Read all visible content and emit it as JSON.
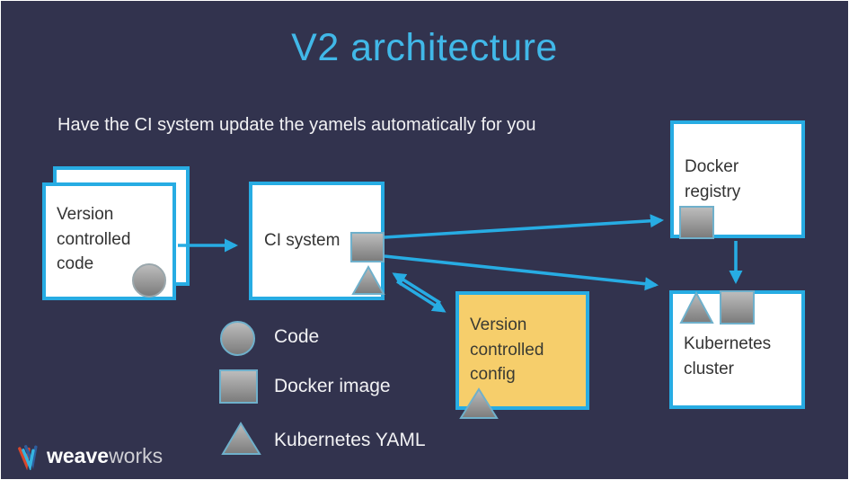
{
  "slide": {
    "title": "V2 architecture",
    "subtitle": "Have the CI system update the yamels automatically for you"
  },
  "nodes": {
    "version_code": {
      "label": "Version controlled code"
    },
    "ci_system": {
      "label": "CI system"
    },
    "docker_registry": {
      "label": "Docker registry"
    },
    "version_config": {
      "label": "Version controlled config"
    },
    "kubernetes_cluster": {
      "label": "Kubernetes cluster"
    }
  },
  "legend": {
    "items": [
      {
        "shape": "circle",
        "label": "Code"
      },
      {
        "shape": "square",
        "label": "Docker image"
      },
      {
        "shape": "triangle",
        "label": "Kubernetes YAML"
      }
    ]
  },
  "logo": {
    "brand_bold": "weave",
    "brand_light": "works"
  },
  "colors": {
    "background": "#32334E",
    "title_blue": "#41B8E8",
    "accent_cyan": "#27ACE3",
    "config_fill": "#F6CE6B",
    "shape_gray_top": "#BCBCBC",
    "shape_gray_bottom": "#7C7C7C"
  }
}
